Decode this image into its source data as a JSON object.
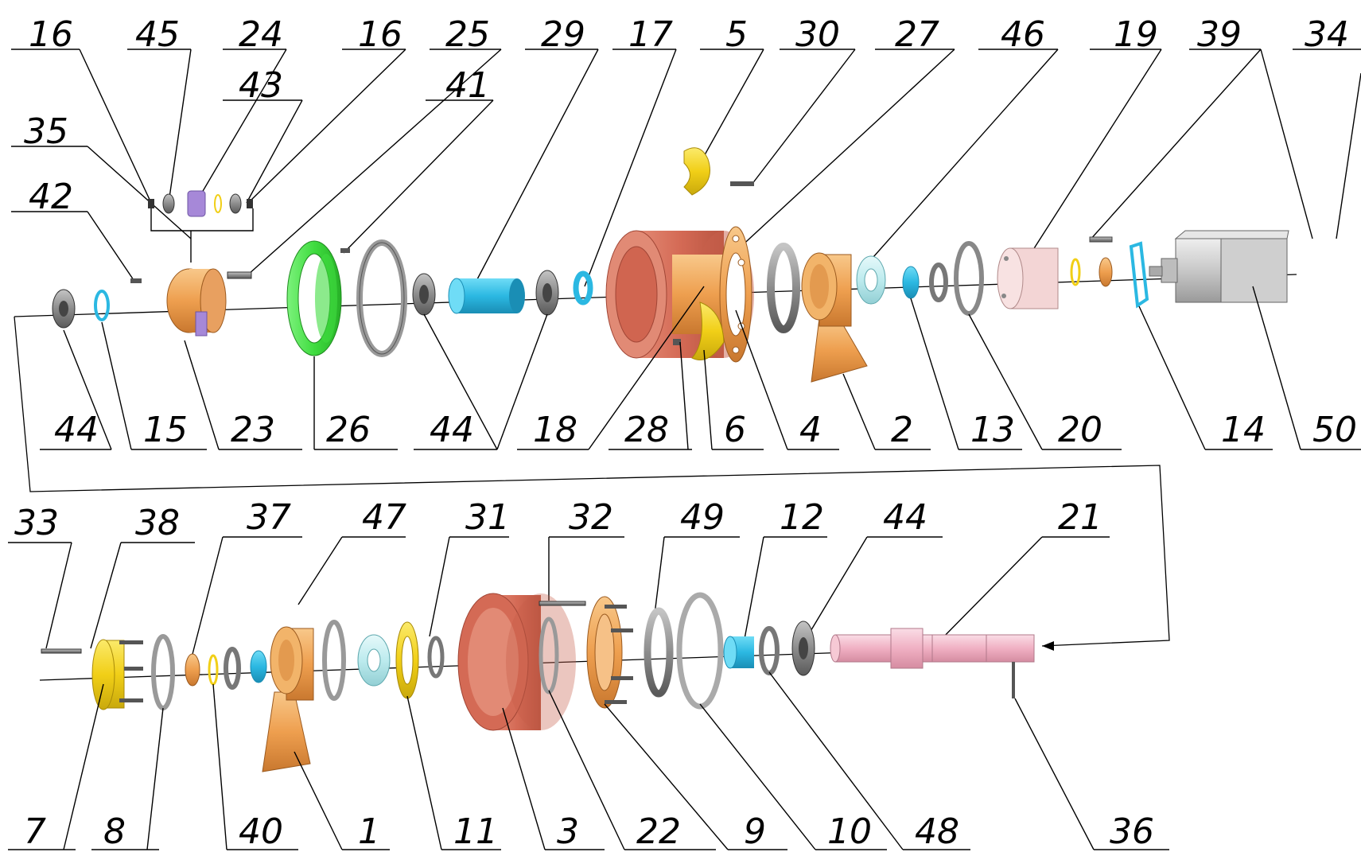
{
  "top_row_top_labels": [
    "16",
    "45",
    "24",
    "16",
    "25",
    "29",
    "17",
    "5",
    "30",
    "27",
    "46",
    "19",
    "39",
    "34"
  ],
  "top_row_inner_labels": [
    "43",
    "35",
    "41",
    "42"
  ],
  "top_row_bottom_labels": [
    "44",
    "15",
    "23",
    "26",
    "44",
    "18",
    "28",
    "6",
    "4",
    "2",
    "13",
    "20",
    "14",
    "50"
  ],
  "bottom_row_top_labels": [
    "33",
    "38",
    "37",
    "47",
    "31",
    "32",
    "49",
    "12",
    "44",
    "21"
  ],
  "bottom_row_bottom_labels": [
    "7",
    "8",
    "40",
    "1",
    "11",
    "3",
    "22",
    "9",
    "10",
    "48",
    "36"
  ],
  "part_colors": {
    "housing_orange": "#F0A85C",
    "drum_red": "#D9705A",
    "sleeve_blue": "#2EC4E8",
    "ring_green": "#4FE64F",
    "gear_purple": "#A688D8",
    "flange_yellow": "#F2D21A",
    "shaft_pink": "#F2B3C6",
    "bearing_light_blue": "#BFEDEE",
    "gray_part": "#8C8C8C"
  }
}
